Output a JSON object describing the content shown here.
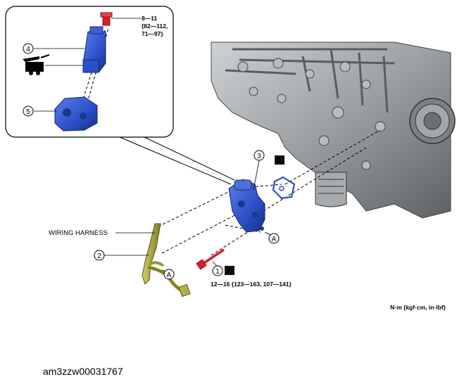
{
  "callouts": {
    "c1": "1",
    "c2": "2",
    "c3": "3",
    "c4": "4",
    "c5": "5",
    "cA1": "A",
    "cA2": "A"
  },
  "labels": {
    "wiring_harness": "WIRING HARNESS",
    "replace_mark": "R",
    "oil_mark": "OIL",
    "units": "N·m {kgf·cm, in·lbf}"
  },
  "torque": {
    "top_line1": "8—11",
    "top_line2": "{82—112,",
    "top_line3": "71—97}",
    "bottom": "12—16 {123—163, 107—141}"
  },
  "image_id": "am3zzw00031767",
  "colors": {
    "part_blue": "#2a4fc9",
    "bolt_red": "#d8202a",
    "harness_olive": "#a7a43a",
    "engine_gray": "#8a8d90"
  }
}
